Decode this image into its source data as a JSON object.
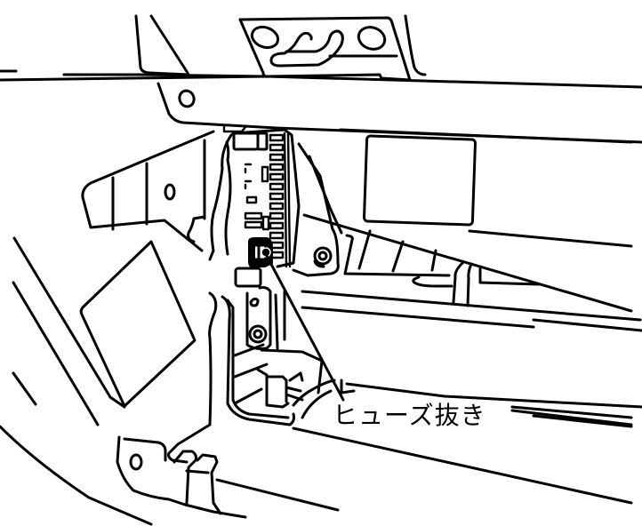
{
  "figure": {
    "type": "technical-line-illustration",
    "subject": "vehicle interior fuse box panel with fuse puller location",
    "colors": {
      "line": "#000000",
      "background": "#ffffff"
    }
  },
  "callouts": [
    {
      "label": "ヒューズ抜き",
      "target": "fuse-puller"
    }
  ]
}
